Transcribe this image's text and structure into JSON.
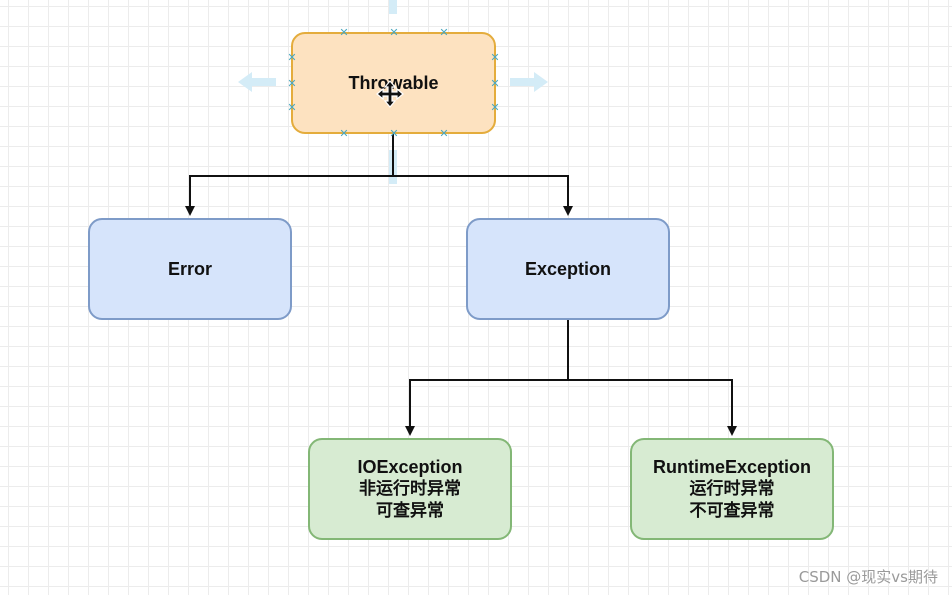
{
  "nodes": {
    "throwable": {
      "title": "Throwable"
    },
    "error": {
      "title": "Error"
    },
    "exception": {
      "title": "Exception"
    },
    "ioexception": {
      "title": "IOException",
      "line1": "非运行时异常",
      "line2": "可查异常"
    },
    "runtimeexception": {
      "title": "RuntimeException",
      "line1": "运行时异常",
      "line2": "不可查异常"
    }
  },
  "colors": {
    "throwable_fill": "#fde2c0",
    "throwable_stroke": "#e4ac3c",
    "level2_fill": "#d6e4fb",
    "level2_stroke": "#7e9bc8",
    "level3_fill": "#d7ebd2",
    "level3_stroke": "#83b776",
    "selection_handle": "#4aa8c0"
  },
  "watermark": "CSDN @现实vs期待"
}
